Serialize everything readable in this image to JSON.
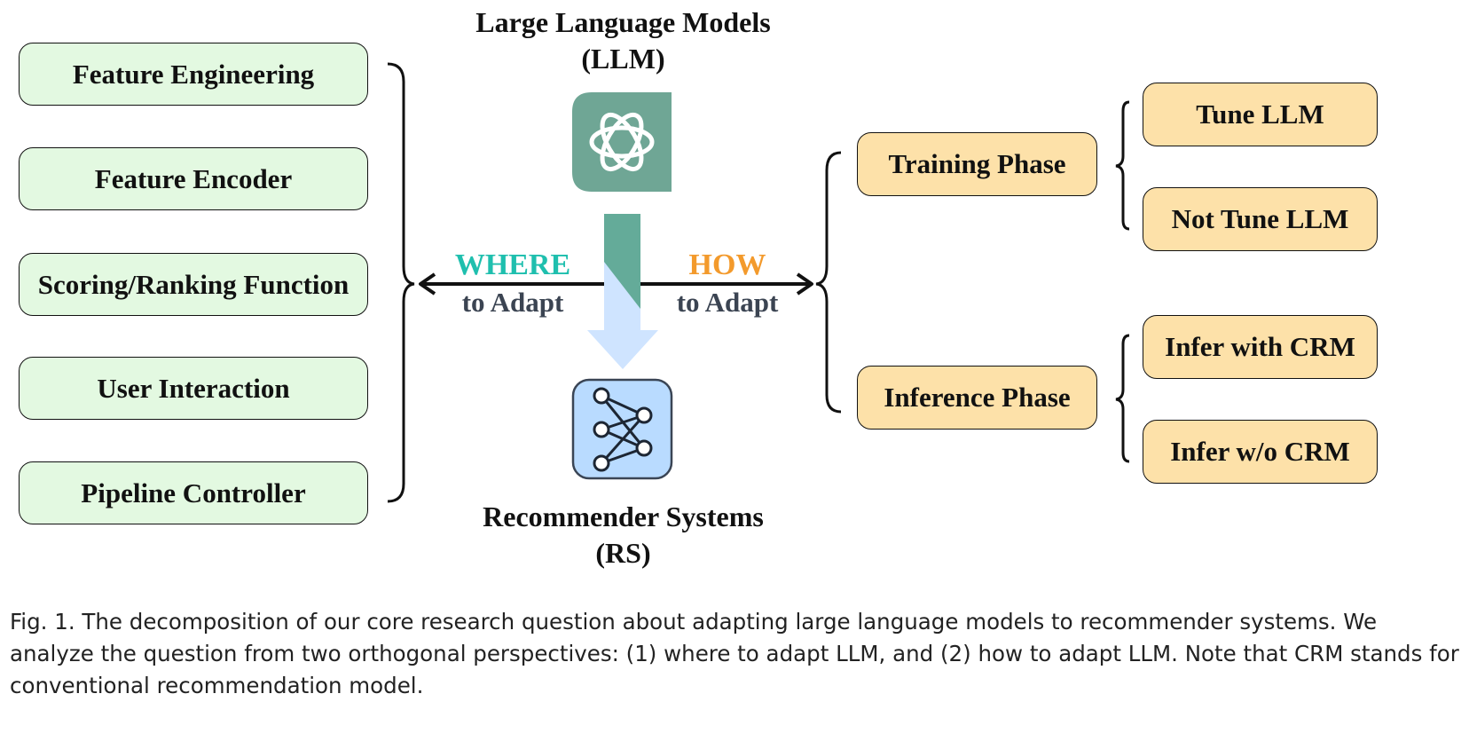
{
  "llm": {
    "title_line1": "Large Language Models",
    "title_line2": "(LLM)",
    "icon": "openai-logo-icon"
  },
  "rs": {
    "title_line1": "Recommender Systems",
    "title_line2": "(RS)",
    "icon": "neural-network-icon"
  },
  "where": {
    "keyword": "WHERE",
    "rest": "to Adapt",
    "color": "#1fbfae"
  },
  "how": {
    "keyword": "HOW",
    "rest": "to Adapt",
    "color": "#f39a2c"
  },
  "where_items": [
    "Feature Engineering",
    "Feature Encoder",
    "Scoring/Ranking Function",
    "User Interaction",
    "Pipeline Controller"
  ],
  "how_tree": {
    "training": {
      "label": "Training Phase",
      "children": [
        "Tune LLM",
        "Not Tune LLM"
      ]
    },
    "inference": {
      "label": "Inference Phase",
      "children": [
        "Infer with CRM",
        "Infer w/o CRM"
      ]
    }
  },
  "caption": "Fig. 1.  The decomposition of our core research question about adapting large language models to recommender systems. We analyze the question from two orthogonal perspectives: (1) where to adapt LLM, and (2) how to adapt LLM. Note that CRM stands for conventional recommendation model.",
  "colors": {
    "green_box": "#e3f9e1",
    "orange_box": "#fde1a9",
    "llm_icon": "#6fa695",
    "rs_icon": "#b9dbff"
  }
}
